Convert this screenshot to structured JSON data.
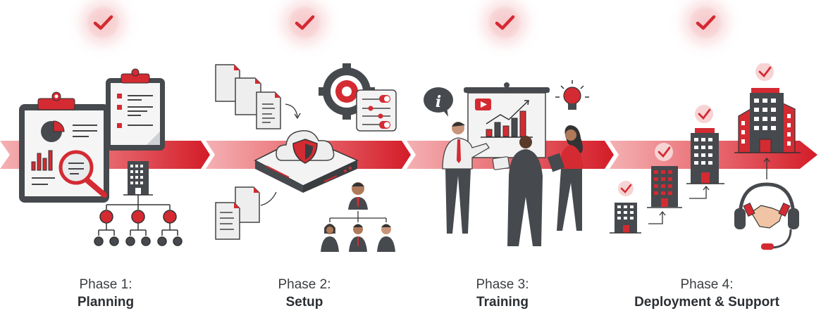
{
  "diagram": {
    "type": "process-timeline",
    "colors": {
      "accent": "#d42a32",
      "band_start": "#f2a3a6",
      "band_end": "#d81f2a",
      "dark": "#3f4246",
      "check_bg": "#f8d3d4",
      "text": "#2f3337"
    },
    "phases": [
      {
        "number_label": "Phase 1:",
        "name": "Planning",
        "status": "complete",
        "status_icon": "checkmark-icon",
        "icons": [
          "clipboard-report-icon",
          "magnifier-icon",
          "pie-chart-icon",
          "bar-chart-icon",
          "checklist-clipboard-icon",
          "building-icon",
          "org-chart-icon"
        ]
      },
      {
        "number_label": "Phase 2:",
        "name": "Setup",
        "status": "complete",
        "status_icon": "checkmark-icon",
        "icons": [
          "document-stack-icon",
          "cloud-server-shield-icon",
          "gear-settings-icon",
          "toggle-panel-icon",
          "team-hierarchy-icon"
        ]
      },
      {
        "number_label": "Phase 3:",
        "name": "Training",
        "status": "complete",
        "status_icon": "checkmark-icon",
        "icons": [
          "info-bubble-icon",
          "presentation-board-icon",
          "play-button-icon",
          "growth-chart-icon",
          "lightbulb-icon",
          "trainer-person-icon",
          "trainees-icon"
        ]
      },
      {
        "number_label": "Phase 4:",
        "name": "Deployment & Support",
        "status": "complete",
        "status_icon": "checkmark-icon",
        "icons": [
          "building-growth-steps-icon",
          "small-check-icon",
          "headset-support-icon",
          "handshake-icon"
        ]
      }
    ]
  }
}
